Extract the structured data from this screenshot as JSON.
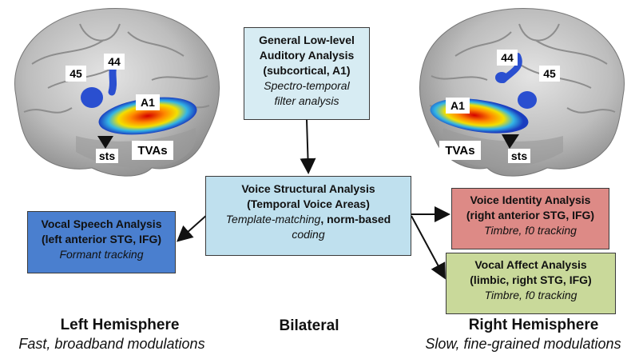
{
  "brain_labels": {
    "left": {
      "area45": "45",
      "area44": "44",
      "a1": "A1",
      "sts": "sts",
      "tvas": "TVAs"
    },
    "right": {
      "area44": "44",
      "area45": "45",
      "a1": "A1",
      "sts": "sts",
      "tvas": "TVAs"
    }
  },
  "boxes": {
    "general": {
      "line1": "General Low-level",
      "line2": "Auditory Analysis",
      "line3": "(subcortical, A1)",
      "line4": "Spectro-temporal",
      "line5": "filter analysis",
      "color": "#d7ecf3"
    },
    "structural": {
      "line1": "Voice Structural Analysis",
      "line2": "(Temporal Voice Areas)",
      "line3a": "Template-matching",
      "line3b": ", norm-based",
      "line4": "coding",
      "color": "#bfe0ee"
    },
    "speech": {
      "line1": "Vocal Speech Analysis",
      "line2": "(left anterior STG, IFG)",
      "line3": "Formant tracking",
      "color": "#4a7fcf"
    },
    "identity": {
      "line1": "Voice Identity Analysis",
      "line2": "(right anterior STG, IFG)",
      "line3": "Timbre, f0 tracking",
      "color": "#dd8a86"
    },
    "affect": {
      "line1": "Vocal Affect Analysis",
      "line2": "(limbic, right STG, IFG)",
      "line3": "Timbre, f0 tracking",
      "color": "#c9d99a"
    }
  },
  "hemispheres": {
    "left_title": "Left Hemisphere",
    "left_sub": "Fast, broadband modulations",
    "bilateral": "Bilateral",
    "right_title": "Right Hemisphere",
    "right_sub": "Slow, fine-grained modulations"
  }
}
